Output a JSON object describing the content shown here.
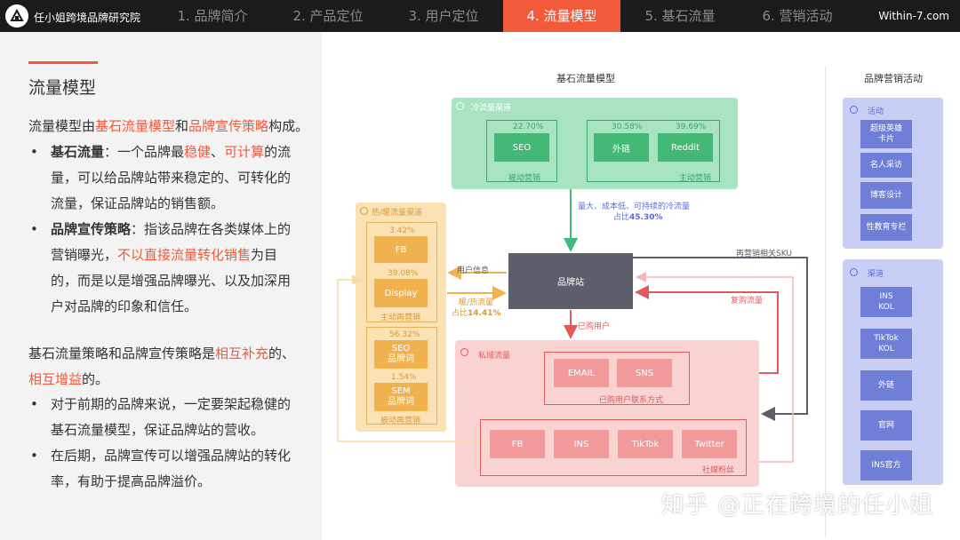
{
  "header": {
    "brand": "任小姐跨境品牌研究院",
    "tabs": [
      "1. 品牌简介",
      "2. 产品定位",
      "3. 用户定位",
      "4. 流量模型",
      "5. 基石流量",
      "6. 营销活动"
    ],
    "active_tab": 3,
    "site": "Within-7.com",
    "accent_color": "#f15a3b"
  },
  "left": {
    "title": "流量模型",
    "intro": {
      "a": "流量模型由",
      "b": "基石流量模型",
      "c": "和",
      "d": "品牌宣传策略",
      "e": "构成。"
    },
    "b1": {
      "label": "基石流量",
      "t1": "：一个品牌最",
      "r1": "稳健",
      "t2": "、",
      "r2": "可计算",
      "t3": "的流",
      "line2": "量，可以给品牌站带来稳定的、可转化的",
      "line3": "流量，保证品牌站的销售额。"
    },
    "b2": {
      "label": "品牌宣传策略",
      "t1": "：指该品牌在各类媒体上的",
      "line2a": "营销曝光，",
      "r1": "不以直接流量转化销售",
      "line2b": "为目",
      "line3": "的，而是以是增强品牌曝光、以及加深用",
      "line4": "户对品牌的印象和信任。"
    },
    "p2": {
      "a": "基石流量策略和品牌宣传策略是",
      "r1": "相互补充",
      "b": "的、",
      "r2": "相互增益",
      "c": "的。"
    },
    "b3": {
      "line1": "对于前期的品牌来说，一定要架起稳健的",
      "line2": "基石流量模型，保证品牌站的营收。"
    },
    "b4": {
      "line1": "在后期，品牌宣传可以增强品牌站的转化",
      "line2": "率，有助于提高品牌溢价。"
    }
  },
  "diagram": {
    "title": "基石流量模型",
    "cold": {
      "label": "冷流量渠道",
      "seo_pct": "22.70%",
      "seo": "SEO",
      "passive": "被动营销",
      "wl_pct": "30.58%",
      "wl": "外链",
      "rd_pct": "39.69%",
      "rd": "Reddit",
      "active": "主动营销",
      "note1": "量大、成本低、可持续的冷流量",
      "note2a": "占比",
      "note2b": "45.30%"
    },
    "warm": {
      "label": "热/暖流量渠道",
      "fb_pct": "3.42%",
      "fb": "FB",
      "disp_pct": "39.08%",
      "disp": "Display",
      "active_re": "主动再营销",
      "seo_pct": "56.32%",
      "seo": "SEO\n品牌词",
      "sem_pct": "1.54%",
      "sem": "SEM\n品牌词",
      "passive_re": "被动再营销"
    },
    "hub": "品牌站",
    "user_info": "用户信息",
    "warm_note1": "暖/热流量",
    "warm_note2a": "占比",
    "warm_note2b": "14.41%",
    "bought": "已购用户",
    "remarketing": "再营销相关SKU",
    "repurchase": "复购流量",
    "private": {
      "label": "私域流量",
      "email": "EMAIL",
      "sns": "SNS",
      "contact": "已购用户联系方式",
      "fb": "FB",
      "ins": "INS",
      "tiktok": "TikTok",
      "twitter": "Twitter",
      "fans": "社媒粉丝"
    }
  },
  "marketing": {
    "title": "品牌营销活动",
    "activity_label": "活动",
    "activities": [
      "超级英雄\n卡片",
      "名人采访",
      "博客设计",
      "性教育专栏"
    ],
    "channel_label": "渠道",
    "channels": [
      "INS\nKOL",
      "TikTok\nKOL",
      "外链",
      "官网",
      "INS官方"
    ]
  },
  "watermark": "知乎 @正在跨境的任小姐"
}
